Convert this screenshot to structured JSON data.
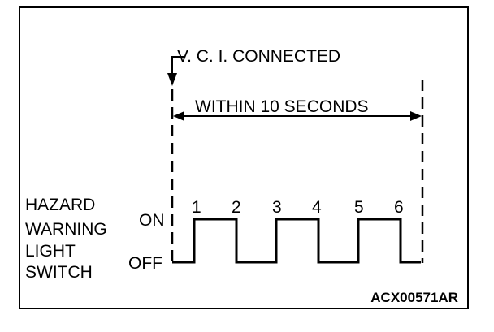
{
  "header": {
    "vci_label": "V. C. I. CONNECTED",
    "window_label": "WITHIN 10 SECONDS"
  },
  "signal": {
    "name_lines": [
      "HAZARD",
      "WARNING",
      "LIGHT",
      "SWITCH"
    ],
    "on_label": "ON",
    "off_label": "OFF",
    "pulse_labels": [
      "1",
      "2",
      "3",
      "4",
      "5",
      "6"
    ],
    "pulse_count": 3
  },
  "figure_code": "ACX00571AR",
  "colors": {
    "ink": "#000000",
    "background": "#ffffff"
  }
}
